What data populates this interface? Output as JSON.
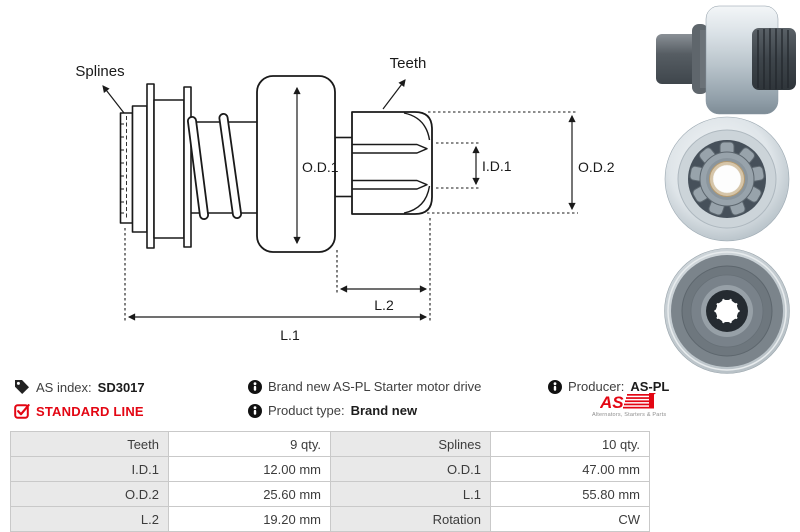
{
  "diagram": {
    "labels": {
      "splines": "Splines",
      "teeth": "Teeth",
      "od1": "O.D.1",
      "id1": "I.D.1",
      "od2": "O.D.2",
      "l1": "L.1",
      "l2": "L.2"
    }
  },
  "photos": [
    {
      "name": "side view of starter drive"
    },
    {
      "name": "front view showing pinion teeth"
    },
    {
      "name": "rear view showing splines"
    }
  ],
  "info_bar": {
    "as_index": {
      "label": "AS index:",
      "value": "SD3017"
    },
    "standard_line": "STANDARD LINE",
    "description": "Brand new AS-PL Starter motor drive",
    "product_type": {
      "label": "Product type:",
      "value": "Brand new"
    },
    "producer": {
      "label": "Producer:",
      "value": "AS-PL"
    },
    "logo": {
      "text": "AS",
      "tagline": "Alternators, Starters & Parts"
    }
  },
  "specs": {
    "rows": [
      {
        "l1": "Teeth",
        "v1": "9 qty.",
        "l2": "Splines",
        "v2": "10 qty."
      },
      {
        "l1": "I.D.1",
        "v1": "12.00 mm",
        "l2": "O.D.1",
        "v2": "47.00 mm"
      },
      {
        "l1": "O.D.2",
        "v1": "25.60 mm",
        "l2": "L.1",
        "v2": "55.80 mm"
      },
      {
        "l1": "L.2",
        "v1": "19.20 mm",
        "l2": "Rotation",
        "v2": "CW"
      }
    ]
  },
  "icons": {
    "as_index": "tag-icon",
    "standard_line": "checkbox-checked-icon",
    "info": "info-icon"
  },
  "colors": {
    "accent_red": "#e30613",
    "line_color": "#1a1a1a",
    "table_label_bg": "#e9e9e9",
    "table_border": "#c9c9c9"
  }
}
